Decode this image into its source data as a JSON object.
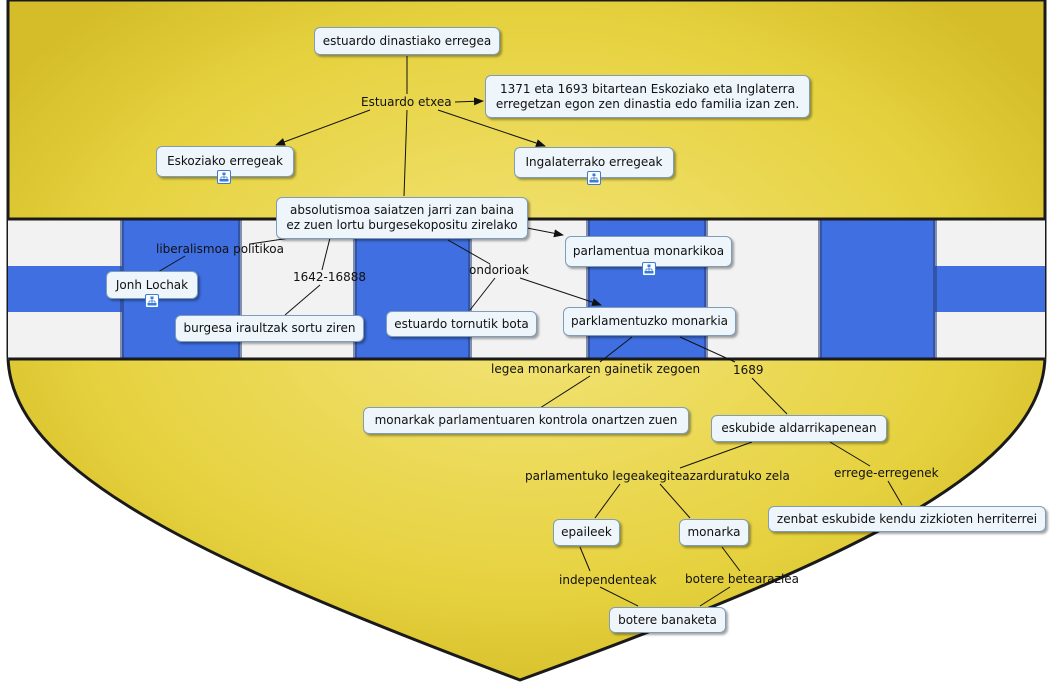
{
  "concept_map": {
    "nodes": {
      "estuardo_dinastiako": "estuardo dinastiako erregea",
      "definizioa": "1371 eta 1693 bitartean Eskoziako eta Inglaterra\nerregetzan egon zen dinastia edo familia izan zen.",
      "eskoziako": "Eskoziako erregeak",
      "ingalaterrako": "Ingalaterrako erregeak",
      "absolutismoa": "absolutismoa saiatzen jarri zan baina\nez zuen lortu burgesekopositu zirelako",
      "parlamentua_monarkikoa": "parlamentua monarkikoa",
      "jonh_lochak": "Jonh Lochak",
      "burgesa": "burgesa iraultzak sortu ziren",
      "estuardo_tornutik": "estuardo tornutik bota",
      "parklamentuzko": "parklamentuzko monarkia",
      "monarkak_parlamentuaren": "monarkak parlamentuaren kontrola onartzen zuen",
      "eskubide_aldarrikapenean": "eskubide aldarrikapenean",
      "zenbat_eskubide": "zenbat eskubide kendu zizkioten herriterrei",
      "epaileek": "epaileek",
      "monarka": "monarka",
      "botere_banaketa": "botere banaketa"
    },
    "link_labels": {
      "estuardo_etxea": "Estuardo etxea",
      "liberalismoa": "liberalismoa politikoa",
      "years_1642": "1642-16888",
      "ondorioak": "ondorioak",
      "legea": "legea monarkaren gainetik zegoen",
      "year_1689": "1689",
      "parlamentuko_legeak": "parlamentuko legeakegiteazarduratuko zela",
      "errege_erregenek": "errege-erregenek",
      "independenteak": "independenteak",
      "botere_betearazlea": "botere betearazlea"
    },
    "icons": [
      "submap-icon",
      "submap-icon",
      "submap-icon",
      "submap-icon",
      "submap-icon"
    ]
  },
  "colors": {
    "shield_yellow": "#e8d54a",
    "shield_outline": "#1a1a1a",
    "band_blue": "#3f6fe0",
    "band_white": "#f2f2f2",
    "node_fill": "#eef5fb",
    "node_border": "#7f9db9"
  }
}
